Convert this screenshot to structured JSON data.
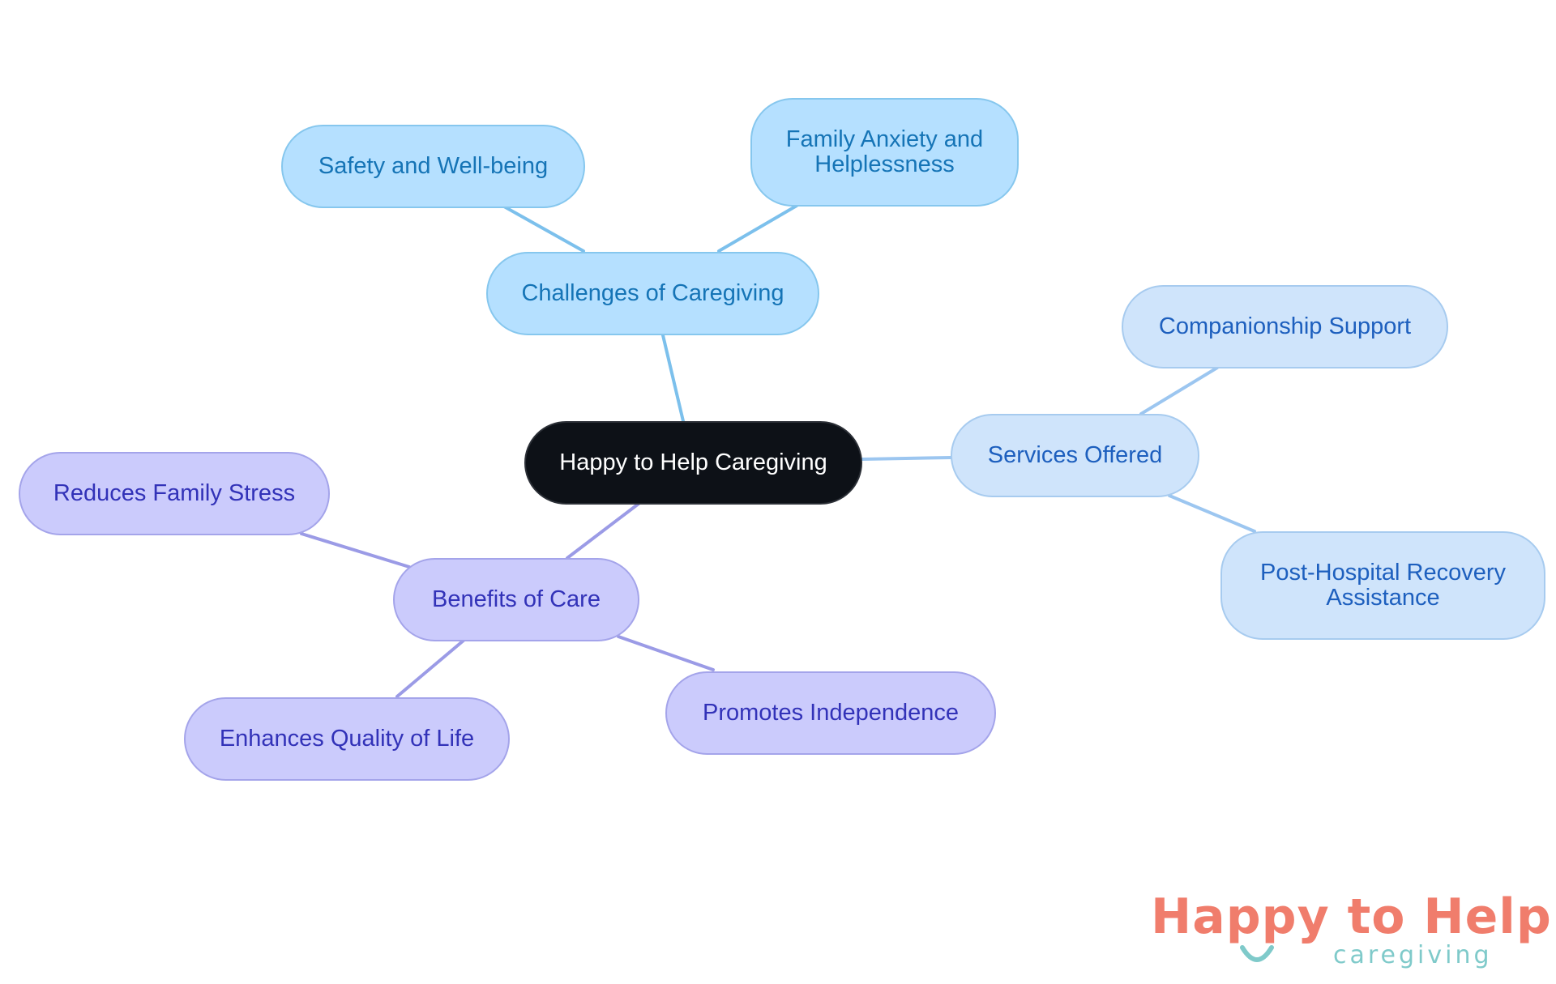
{
  "diagram": {
    "root": {
      "label": "Happy to Help Caregiving"
    },
    "branches": [
      {
        "label": "Challenges of Caregiving",
        "color": "#b5e0ff",
        "children": [
          "Safety and Well-being",
          "Family Anxiety and Helplessness"
        ]
      },
      {
        "label": "Services Offered",
        "color": "#cfe4fb",
        "children": [
          "Companionship Support",
          "Post-Hospital Recovery Assistance"
        ]
      },
      {
        "label": "Benefits of Care",
        "color": "#cbcbfc",
        "children": [
          "Reduces Family Stress",
          "Enhances Quality of Life",
          "Promotes Independence"
        ]
      }
    ]
  },
  "logo": {
    "brand": "Happy to Help",
    "tagline": "caregiving",
    "colors": {
      "brand": "#f07d6c",
      "tagline": "#7fcaca"
    }
  }
}
